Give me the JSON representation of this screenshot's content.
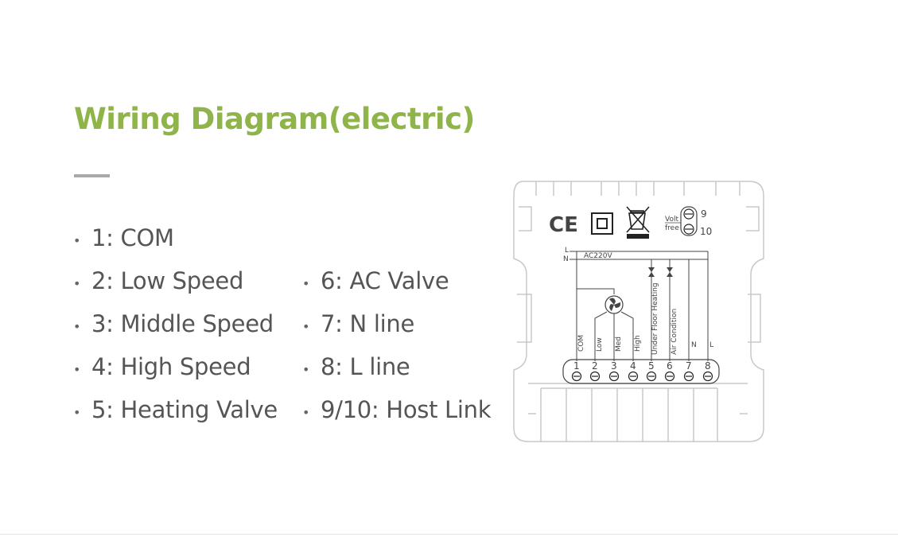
{
  "header": {
    "title": "Wiring Diagram(electric)"
  },
  "legend": {
    "left": [
      {
        "text": "1: COM"
      },
      {
        "text": "2: Low Speed"
      },
      {
        "text": "3: Middle Speed"
      },
      {
        "text": "4: High Speed"
      },
      {
        "text": "5: Heating Valve"
      }
    ],
    "right": [
      {
        "text": "6: AC Valve"
      },
      {
        "text": "7: N line"
      },
      {
        "text": "8: L line"
      },
      {
        "text": "9/10: Host Link"
      }
    ]
  },
  "diagram": {
    "ce_mark": "CE",
    "volt_free": [
      "Volt",
      "free"
    ],
    "aux_terminals": [
      "9",
      "10"
    ],
    "line_labels": [
      "L",
      "N"
    ],
    "supply": "AC220V",
    "wire_labels": [
      "COM",
      "Low",
      "Med",
      "High",
      "Under Floor Heating",
      "Air Condition",
      "N",
      "L"
    ],
    "terminals": [
      "1",
      "2",
      "3",
      "4",
      "5",
      "6",
      "7",
      "8"
    ]
  },
  "colors": {
    "accent": "#8fb54a",
    "text": "#555555",
    "line": "#444444"
  }
}
